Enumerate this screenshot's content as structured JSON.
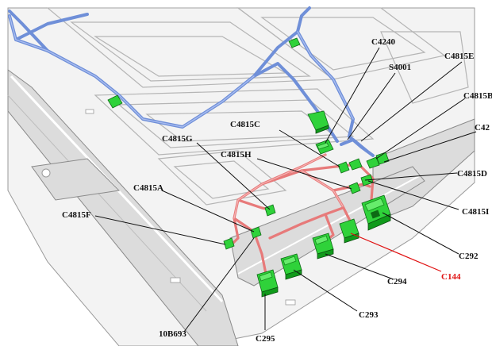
{
  "diagram": {
    "labels": {
      "c4240": "C4240",
      "s4001": "S4001",
      "c4815e": "C4815E",
      "c4815b": "C4815B",
      "c42xx": "C42",
      "c4815c": "C4815C",
      "c4815g": "C4815G",
      "c4815h": "C4815H",
      "c4815d": "C4815D",
      "c4815a": "C4815A",
      "c4815i": "C4815I",
      "c4815f": "C4815F",
      "c292": "C292",
      "c144": "C144",
      "c294": "C294",
      "c293": "C293",
      "b10b693": "10B693",
      "c295": "C295"
    },
    "colors": {
      "blue_harness": "#6f8fd8",
      "red_harness": "#e77a7a",
      "connector_green": "#2fd23a",
      "highlight_label": "#e01010",
      "frame_gray": "#f3f3f3"
    }
  }
}
